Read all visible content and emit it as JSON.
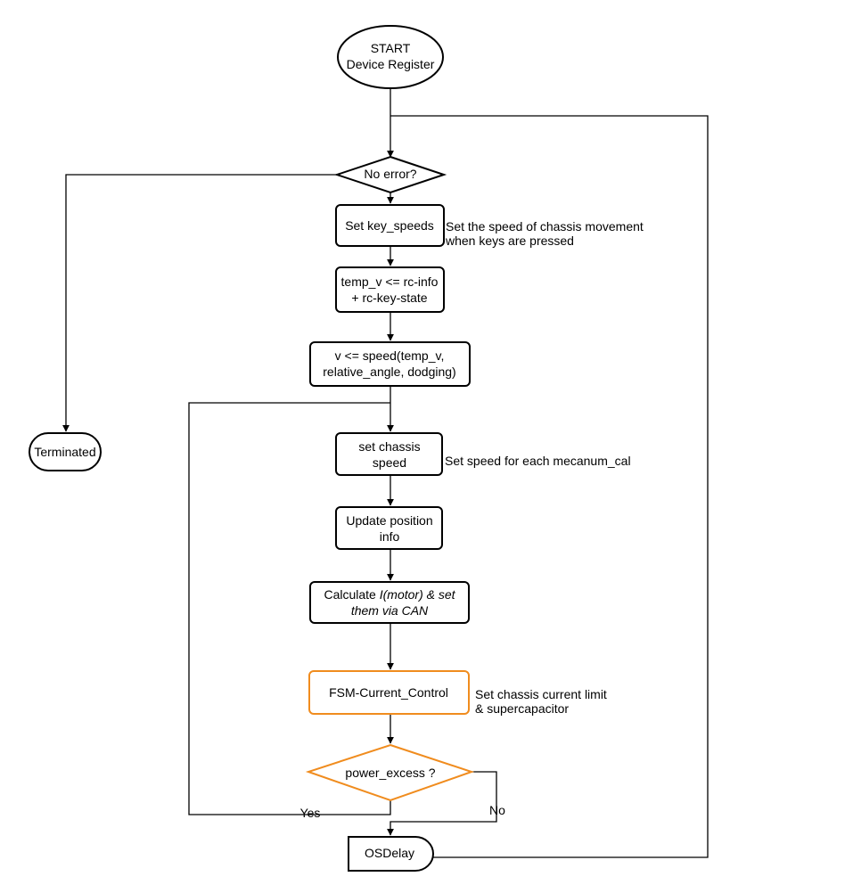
{
  "colors": {
    "stroke": "#000000",
    "accent": "#F08C1E",
    "background": "#FFFFFF"
  },
  "nodes": {
    "start": {
      "line1": "START",
      "line2": "Device Register"
    },
    "no_error": {
      "label": "No error?"
    },
    "set_key_speeds": {
      "label": "Set key_speeds"
    },
    "temp_v": {
      "line1": "temp_v <= rc-info",
      "line2": "+ rc-key-state"
    },
    "v_speed": {
      "line1": "v <= speed(temp_v,",
      "line2": "relative_angle, dodging)"
    },
    "terminated": {
      "label": "Terminated"
    },
    "set_chassis_speed": {
      "line1": "set chassis",
      "line2": "speed"
    },
    "update_position": {
      "line1": "Update position",
      "line2": "info"
    },
    "calculate": {
      "line1_a": "Calculate ",
      "line1_b": "I(motor) & set",
      "line2": "them via CAN"
    },
    "fsm": {
      "label": "FSM-Current_Control"
    },
    "power_excess": {
      "label": "power_excess ?"
    },
    "osdelay": {
      "label": "OSDelay"
    }
  },
  "annotations": {
    "key_speeds_note": {
      "line1": "Set the speed of chassis movement",
      "line2": "when keys are pressed"
    },
    "chassis_speed_note": {
      "label": "Set speed for each mecanum_cal"
    },
    "fsm_note": {
      "line1": "Set chassis current limit",
      "line2": "& supercapacitor"
    }
  },
  "edges": {
    "yes_label": "Yes",
    "no_label": "No"
  }
}
